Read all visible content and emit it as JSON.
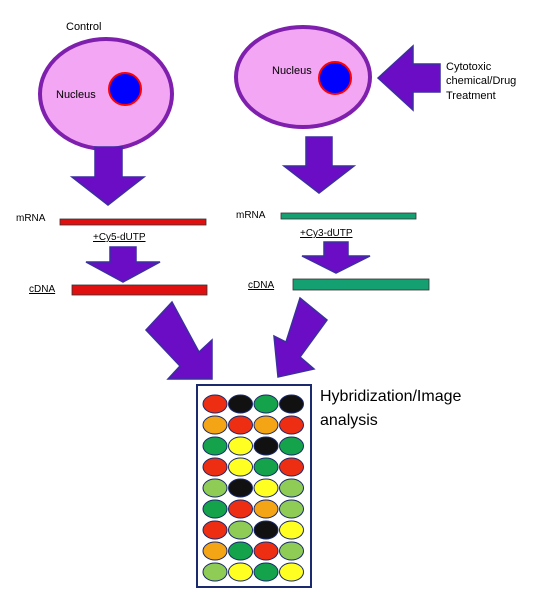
{
  "labels": {
    "control": "Control",
    "nucleus_left": "Nucleus",
    "nucleus_right": "Nucleus",
    "treatment_line1": "Cytotoxic",
    "treatment_line2": "chemical/Drug",
    "treatment_line3": "Treatment",
    "mrna_left": "mRNA",
    "mrna_right": "mRNA",
    "dye_left": "+Cy5-dUTP",
    "dye_right": "+Cy3-dUTP",
    "cdna_left": "cDNA",
    "cdna_right": "cDNA",
    "result_line1": "Hybridization/Image",
    "result_line2": "analysis"
  },
  "colors": {
    "cell_fill": "#f3a6f3",
    "cell_border": "#7f1fae",
    "nucleus_fill": "#0000ff",
    "nucleus_border": "#ff0000",
    "arrow": "#6a0dc4",
    "control_strand": "#e01010",
    "treated_strand": "#14a070"
  },
  "microarray": {
    "rows": [
      [
        "red",
        "black",
        "green",
        "black"
      ],
      [
        "orange",
        "red",
        "orange",
        "red"
      ],
      [
        "green",
        "yellow",
        "black",
        "green"
      ],
      [
        "red",
        "yellow",
        "green",
        "red"
      ],
      [
        "lightgreen",
        "black",
        "yellow",
        "lightgreen"
      ],
      [
        "green",
        "red",
        "orange",
        "lightgreen"
      ],
      [
        "red",
        "lightgreen",
        "black",
        "yellow"
      ],
      [
        "orange",
        "green",
        "red",
        "lightgreen"
      ],
      [
        "lightgreen",
        "yellow",
        "green",
        "yellow"
      ]
    ],
    "palette": {
      "red": "#ee2e12",
      "black": "#111111",
      "green": "#14a34a",
      "orange": "#f4a516",
      "yellow": "#ffff22",
      "lightgreen": "#8ecc55"
    }
  }
}
